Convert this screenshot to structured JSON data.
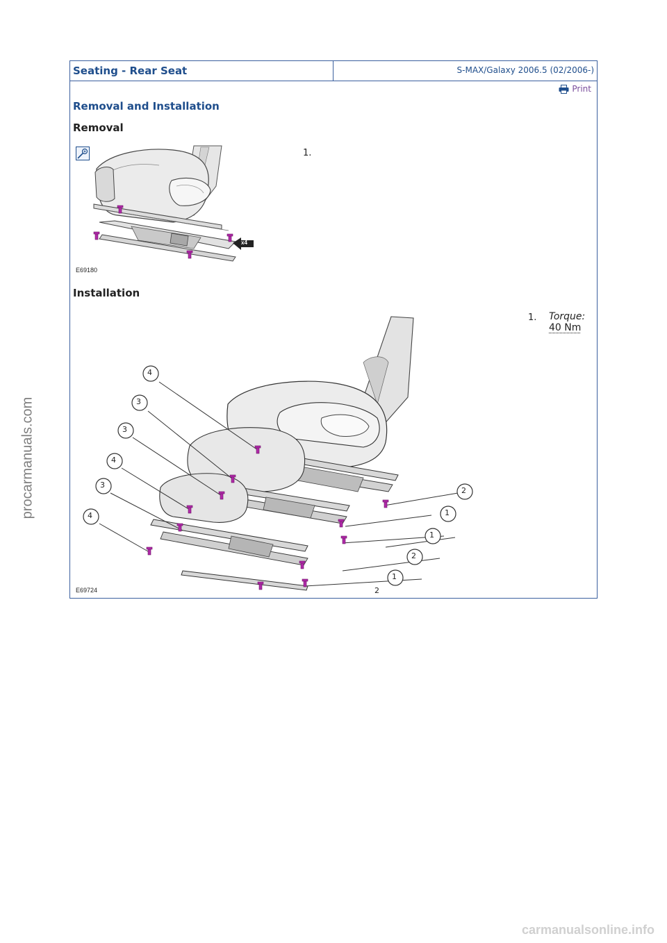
{
  "header": {
    "title": "Seating - Rear Seat",
    "model": "S-MAX/Galaxy 2006.5 (02/2006-)"
  },
  "print_label": "Print",
  "section_title": "Removal and Installation",
  "removal": {
    "heading": "Removal",
    "figure_code": "E69180",
    "callout": "x4",
    "steps": [
      {
        "number": "1."
      }
    ]
  },
  "installation": {
    "heading": "Installation",
    "figure_code": "E69724",
    "steps": [
      {
        "number": "1.",
        "torque_label": "Torque:",
        "torque_value": "40 Nm"
      }
    ],
    "callouts": [
      "4",
      "3",
      "3",
      "4",
      "3",
      "4",
      "2",
      "1",
      "1",
      "2",
      "1",
      "2"
    ]
  },
  "watermarks": {
    "side": "procarmanuals.com",
    "footer": "carmanualsonline.info"
  },
  "colors": {
    "header_blue": "#1f4e8c",
    "border_blue": "#3a5f9e",
    "print_purple": "#7a4d9c",
    "bolt_magenta": "#b02aa8"
  },
  "icons": {
    "print": "printer-icon",
    "zoom": "zoom-in-icon"
  }
}
